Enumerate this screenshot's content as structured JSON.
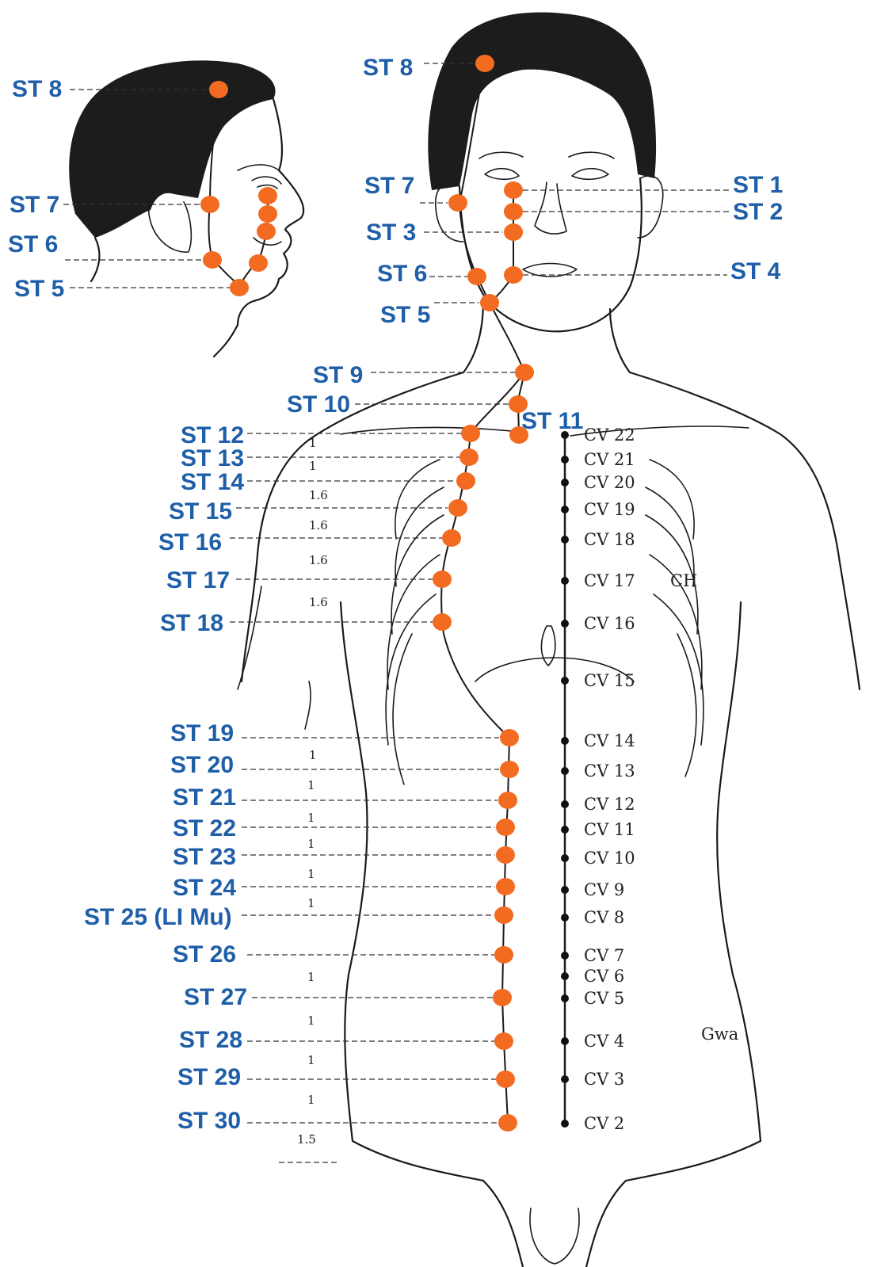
{
  "colors": {
    "point": "#f26b21",
    "label": "#1f5ea8",
    "ink": "#1a1a1a"
  },
  "side_view": {
    "labels": [
      "ST 8",
      "ST 7",
      "ST 6",
      "ST 5"
    ]
  },
  "front_view": {
    "st_labels": [
      "ST 8",
      "ST 7",
      "ST 3",
      "ST 6",
      "ST 5",
      "ST 1",
      "ST 2",
      "ST 4",
      "ST 9",
      "ST 10",
      "ST 11",
      "ST 12",
      "ST 13",
      "ST 14",
      "ST 15",
      "ST 16",
      "ST 17",
      "ST 18",
      "ST 19",
      "ST 20",
      "ST 21",
      "ST 22",
      "ST 23",
      "ST 24",
      "ST 25 (LI Mu)",
      "ST 26",
      "ST 27",
      "ST 28",
      "ST 29",
      "ST 30"
    ],
    "cv_labels": [
      "CV 22",
      "CV 21",
      "CV 20",
      "CV 19",
      "CV 18",
      "CV 17",
      "CV 16",
      "CV 15",
      "CV 14",
      "CV 13",
      "CV 12",
      "CV 11",
      "CV 10",
      "CV 9",
      "CV 8",
      "CV 7",
      "CV 6",
      "CV 5",
      "CV 4",
      "CV 3",
      "CV 2"
    ],
    "spacing_labels": [
      "1",
      "1",
      "1.6",
      "1.6",
      "1.6",
      "1.6",
      "1",
      "1",
      "1",
      "1",
      "1",
      "1",
      "1",
      "1",
      "1",
      "1",
      "1.5"
    ],
    "other_labels": [
      "CH",
      "Gwa"
    ]
  }
}
